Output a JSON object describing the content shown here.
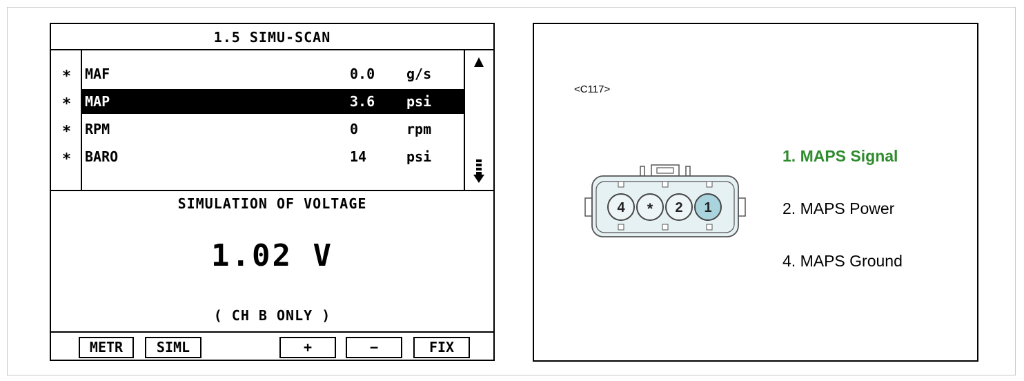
{
  "scan_tool": {
    "title": "1.5 SIMU-SCAN",
    "rows": [
      {
        "marker": "∗",
        "name": "MAF",
        "value": "0.0",
        "unit": "g/s",
        "selected": false
      },
      {
        "marker": "∗",
        "name": "MAP",
        "value": "3.6",
        "unit": "psi",
        "selected": true
      },
      {
        "marker": "∗",
        "name": "RPM",
        "value": "0",
        "unit": "rpm",
        "selected": false
      },
      {
        "marker": "∗",
        "name": "BARO",
        "value": "14",
        "unit": "psi",
        "selected": false
      }
    ],
    "simulation_label": "SIMULATION OF VOLTAGE",
    "simulation_value": "1.02 V",
    "channel_note": "( CH B ONLY )",
    "function_keys": {
      "metr": "METR",
      "siml": "SIML",
      "plus": "+",
      "minus": "−",
      "fix": "FIX"
    },
    "icons": {
      "scroll_up": "triangle-up-icon",
      "scroll_down": "double-arrow-down-icon"
    }
  },
  "connector": {
    "id": "<C117>",
    "pins": [
      "4",
      "*",
      "2",
      "1"
    ],
    "labels": [
      {
        "text": "1. MAPS Signal",
        "highlight": true
      },
      {
        "text": "2. MAPS Power",
        "highlight": false
      },
      {
        "text": "4. MAPS Ground",
        "highlight": false
      }
    ],
    "colors": {
      "highlight_text": "#2e8b2e",
      "pin_1_fill": "#a9d4de",
      "body_fill": "#e6f1f3",
      "pin_fill": "#eef5f7",
      "stroke": "#555555"
    }
  }
}
